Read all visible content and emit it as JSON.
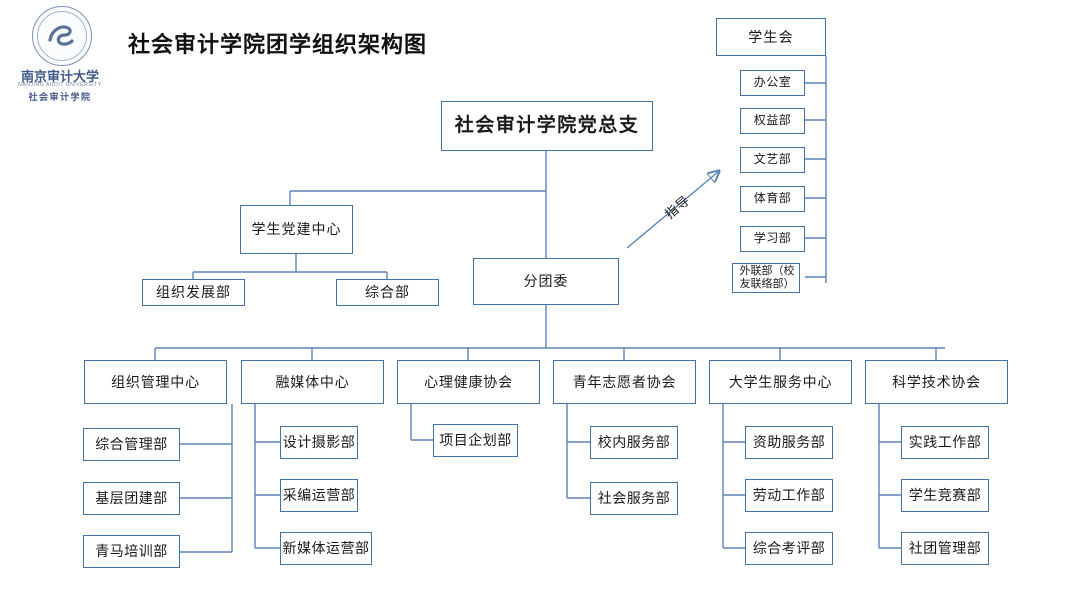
{
  "title": "社会审计学院团学组织架构图",
  "logo": {
    "university_cn": "南京审计大学",
    "university_en": "NANJING AUDIT UNIVERSITY",
    "college_cn": "社会审计学院",
    "seal_icon": "circular-seal-icon"
  },
  "colors": {
    "border": "#4472a8",
    "connector": "#5b83b8",
    "arrow": "#3f6eb5",
    "text": "#1a1a1a",
    "background": "#ffffff"
  },
  "root": {
    "label": "社会审计学院党总支"
  },
  "relations": [
    {
      "from": "分团委",
      "to": "学生会",
      "label": "指导",
      "style": "arrow"
    }
  ],
  "party_branch": {
    "label": "学生党建中心",
    "children": [
      {
        "label": "组织发展部"
      },
      {
        "label": "综合部"
      }
    ]
  },
  "youth_league": {
    "label": "分团委"
  },
  "student_union": {
    "label": "学生会",
    "children": [
      {
        "label": "办公室"
      },
      {
        "label": "权益部"
      },
      {
        "label": "文艺部"
      },
      {
        "label": "体育部"
      },
      {
        "label": "学习部"
      },
      {
        "label": "外联部（校友联络部）"
      }
    ]
  },
  "centers": [
    {
      "label": "组织管理中心",
      "spine": "right",
      "children": [
        {
          "label": "综合管理部"
        },
        {
          "label": "基层团建部"
        },
        {
          "label": "青马培训部"
        }
      ]
    },
    {
      "label": "融媒体中心",
      "spine": "left",
      "children": [
        {
          "label": "设计摄影部"
        },
        {
          "label": "采编运营部"
        },
        {
          "label": "新媒体运营部"
        }
      ]
    },
    {
      "label": "心理健康协会",
      "spine": "left",
      "children": [
        {
          "label": "项目企划部"
        }
      ]
    },
    {
      "label": "青年志愿者协会",
      "spine": "left",
      "children": [
        {
          "label": "校内服务部"
        },
        {
          "label": "社会服务部"
        }
      ]
    },
    {
      "label": "大学生服务中心",
      "spine": "left",
      "children": [
        {
          "label": "资助服务部"
        },
        {
          "label": "劳动工作部"
        },
        {
          "label": "综合考评部"
        }
      ]
    },
    {
      "label": "科学技术协会",
      "spine": "left",
      "children": [
        {
          "label": "实践工作部"
        },
        {
          "label": "学生竞赛部"
        },
        {
          "label": "社团管理部"
        }
      ]
    }
  ]
}
